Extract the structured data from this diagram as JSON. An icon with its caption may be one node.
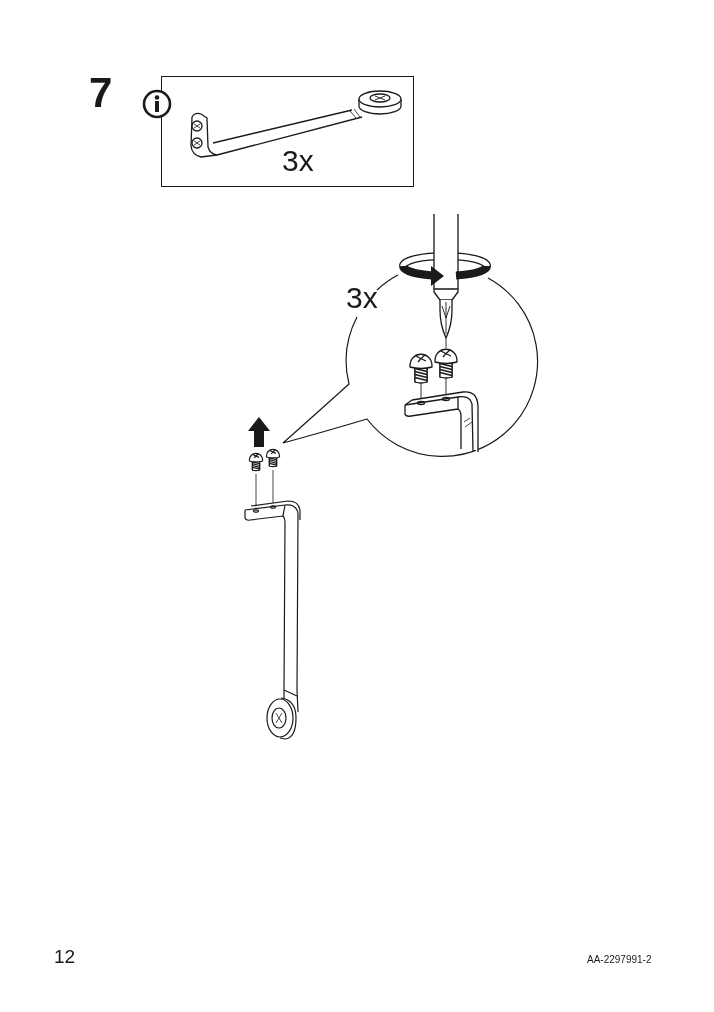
{
  "diagram": {
    "nodes": [
      {
        "text": [
          "3x"
        ]
      },
      {
        "text": [
          "3x"
        ]
      }
    ],
    "labels": [
      "7",
      "12",
      "AA-2297991-2"
    ]
  }
}
